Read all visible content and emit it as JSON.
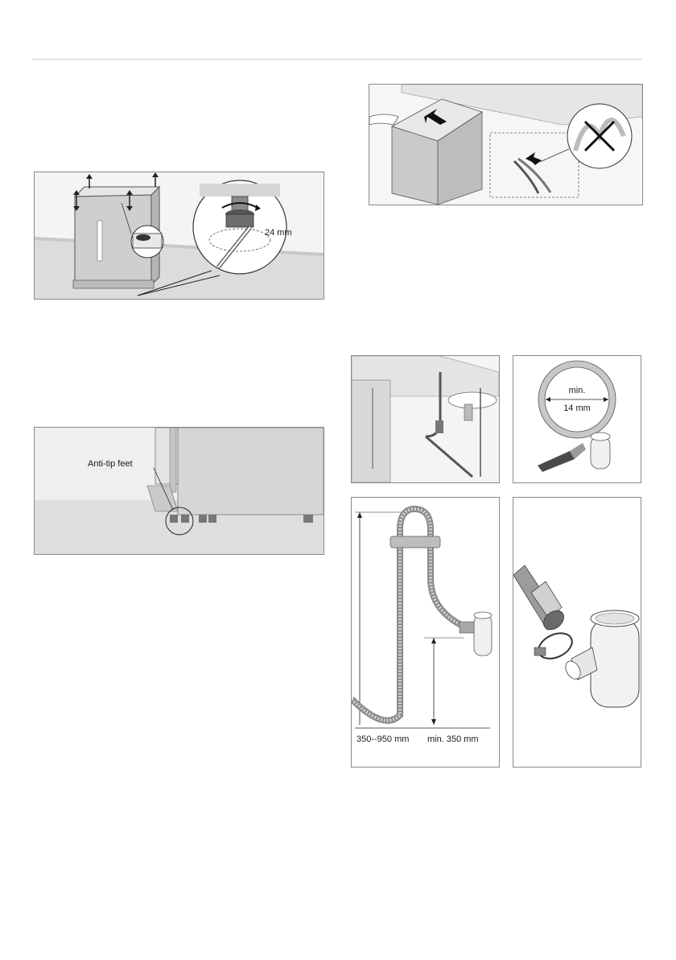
{
  "figures": {
    "leveling": {
      "dimension": "24 mm"
    },
    "anti_tip": {
      "label": "Anti-tip feet"
    },
    "hose_diameter": {
      "min_label": "min.",
      "diameter": "14 mm"
    },
    "drain_height": {
      "range_label": "350--950 mm",
      "min_label": "min. 350 mm"
    }
  }
}
